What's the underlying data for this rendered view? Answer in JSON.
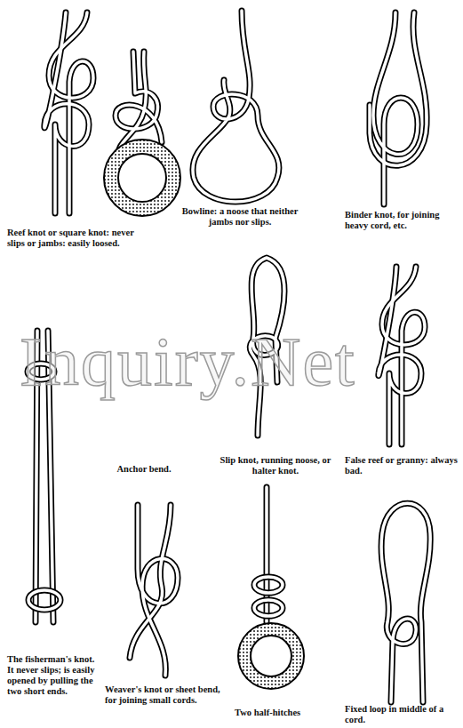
{
  "diagram": {
    "labels": [
      "Reef knot or square knot: never slips or jambs: easily loosed.",
      "Bowline: a noose that neither jambs nor slips.",
      "Binder knot, for joining heavy cord, etc.",
      "Anchor bend.",
      "Slip knot, running noose, or halter knot.",
      "False reef or granny: always bad.",
      "The fisherman's knot. It never slips; is easily opened by pulling the two short ends.",
      "Weaver's knot or sheet bend, for joining small cords.",
      "Two half-hitches",
      "Fixed loop in middle of a cord.",
      "Inquiry.Net"
    ]
  }
}
